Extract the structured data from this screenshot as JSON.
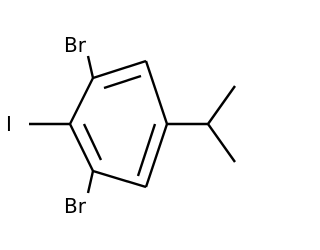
{
  "molecule": {
    "atoms": {
      "br_top": "Br",
      "iodine": "I",
      "br_bottom": "Br"
    },
    "colors": {
      "bond": "#000000",
      "label": "#000000",
      "background": "#ffffff"
    }
  }
}
